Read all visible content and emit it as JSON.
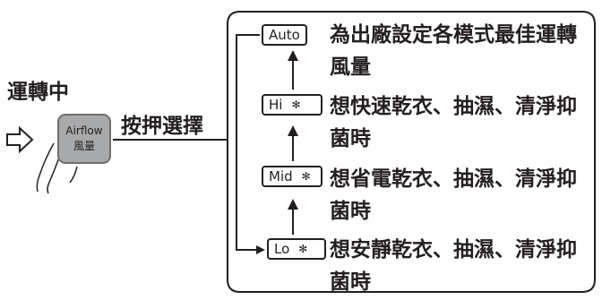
{
  "left": {
    "running": "運轉中",
    "action": "按押選擇"
  },
  "button": {
    "label_en": "Airflow",
    "label_zh": "風量"
  },
  "modes": [
    {
      "key": "auto",
      "label": "Auto",
      "fan_icon": "",
      "desc_line1": "為出廠設定各模式最佳運轉",
      "desc_line2": "風量"
    },
    {
      "key": "hi",
      "label": "Hi",
      "fan_icon": "fan-high-icon",
      "desc_line1": "想快速乾衣、抽濕、清淨抑",
      "desc_line2": "菌時"
    },
    {
      "key": "mid",
      "label": "Mid",
      "fan_icon": "fan-mid-icon",
      "desc_line1": "想省電乾衣、抽濕、清淨抑",
      "desc_line2": "菌時"
    },
    {
      "key": "lo",
      "label": "Lo",
      "fan_icon": "fan-low-icon",
      "desc_line1": "想安靜乾衣、抽濕、清淨抑",
      "desc_line2": "菌時"
    }
  ],
  "colors": {
    "ink": "#231f20",
    "button_fill": "#a8a9ab",
    "button_border": "#6d6e70"
  }
}
